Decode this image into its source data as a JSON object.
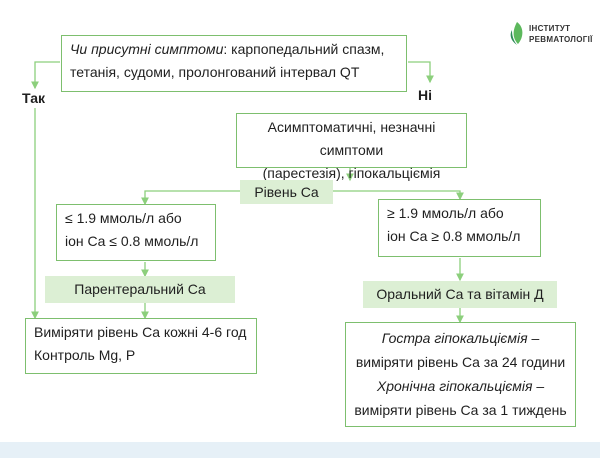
{
  "logo": {
    "line1": "ІНСТИТУТ",
    "line2": "РЕВМАТОЛОГІЇ"
  },
  "question": {
    "italic": "Чи присутні симптоми",
    "rest1": ": карпопедальний спазм,",
    "line2": "тетанія, судоми, пролонгований інтервал QT"
  },
  "branch_yes": "Так",
  "branch_no": "Ні",
  "asymptomatic": {
    "line1": "Асимптоматичні, незначні симптоми",
    "line2": "(парестезія), гіпокальціємія"
  },
  "ca_level": "Рівень Ca",
  "low_threshold": {
    "line1": "≤ 1.9 ммоль/л або",
    "line2": "іон Ca ≤ 0.8 ммоль/л"
  },
  "high_threshold": {
    "line1": "≥ 1.9 ммоль/л або",
    "line2": "іон Ca ≥ 0.8 ммоль/л"
  },
  "parenteral": "Парентеральний Ca",
  "oral": "Оральний Ca та вітамін Д",
  "monitor": {
    "line1": "Виміряти рівень Ca кожні 4-6 год",
    "line2": "Контроль Mg, P"
  },
  "followup": {
    "acute_italic": "Гостра гіпокальціємія",
    "acute_rest": " –",
    "acute_line2": "виміряти рівень Ca за 24 години",
    "chronic_italic": "Хронічна гіпокальціємія",
    "chronic_rest": " –",
    "chronic_line2": "виміряти рівень Ca за 1 тиждень"
  },
  "colors": {
    "border": "#7dbf6e",
    "fill": "#dcefd4",
    "arrow": "#8ccf7c"
  }
}
